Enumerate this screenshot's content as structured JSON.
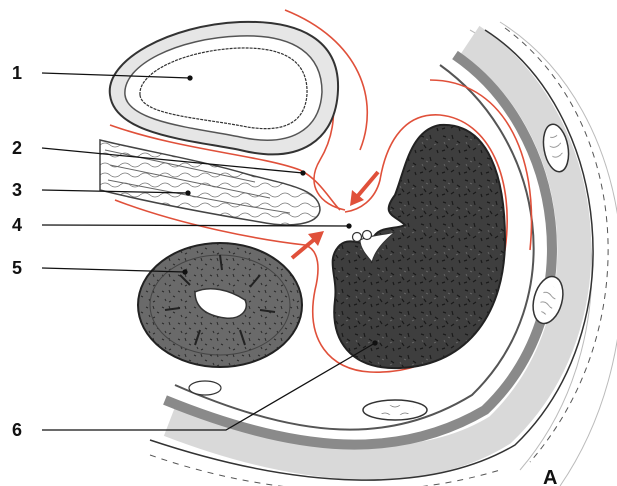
{
  "diagram": {
    "labels": [
      {
        "id": "1",
        "text": "1"
      },
      {
        "id": "2",
        "text": "2"
      },
      {
        "id": "3",
        "text": "3"
      },
      {
        "id": "4",
        "text": "4"
      },
      {
        "id": "5",
        "text": "5"
      },
      {
        "id": "6",
        "text": "6"
      }
    ],
    "panel_letter": "A",
    "colors": {
      "peritoneum_line": "#e0503a",
      "arrow": "#e0503a",
      "organ_dark": "#3f3f3f",
      "organ_mid": "#6b6b6b",
      "line": "#222222",
      "wall_grey": "#8a8a8a",
      "wall_light": "#d9d9d9"
    }
  }
}
